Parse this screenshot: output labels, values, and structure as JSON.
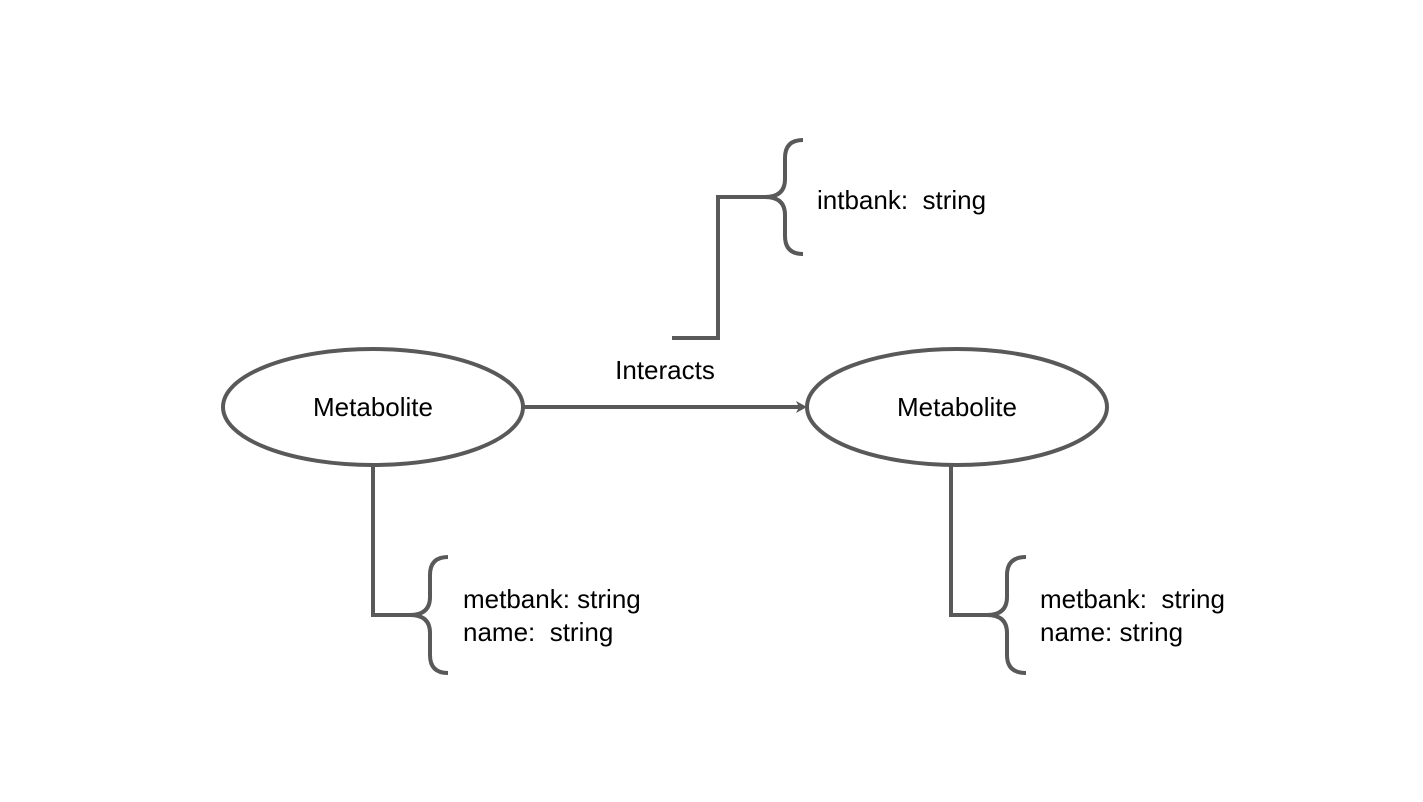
{
  "diagram": {
    "nodes": [
      {
        "id": "left",
        "label": "Metabolite",
        "properties": [
          "metbank: string",
          "name:  string"
        ]
      },
      {
        "id": "right",
        "label": "Metabolite",
        "properties": [
          "metbank:  string",
          "name: string"
        ]
      }
    ],
    "edge": {
      "from": "left",
      "to": "right",
      "label": "Interacts",
      "properties": [
        "intbank:  string"
      ]
    }
  },
  "colors": {
    "stroke": "#595959",
    "text": "#000000",
    "background": "#ffffff"
  }
}
